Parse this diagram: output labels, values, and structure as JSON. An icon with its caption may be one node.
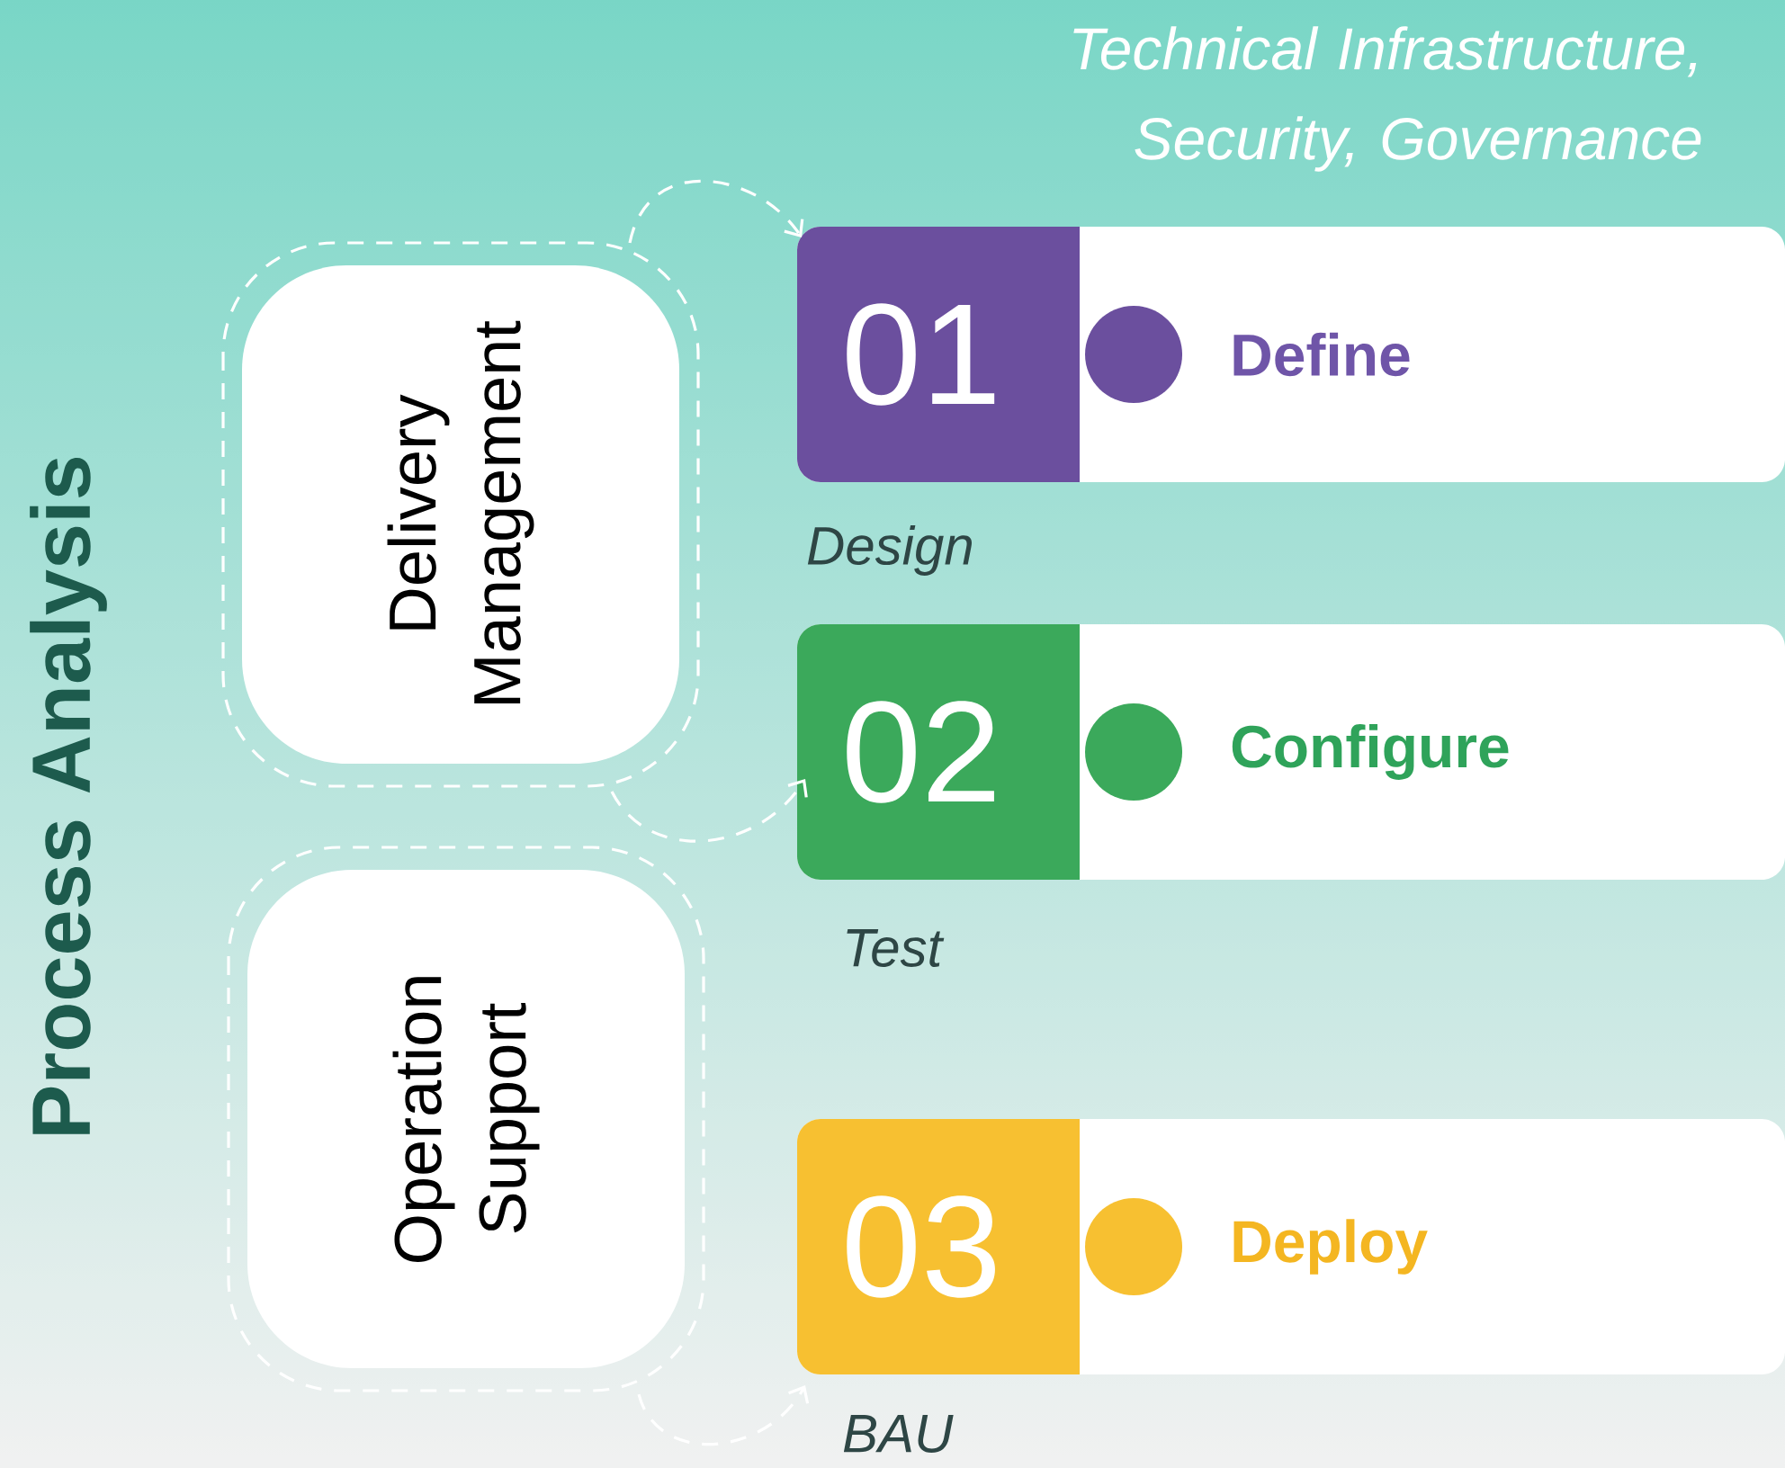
{
  "diagram": {
    "title": "Process Analysis",
    "nodes": [
      {
        "text": [
          "Delivery Management"
        ]
      },
      {
        "text": [
          "Operation Support"
        ]
      },
      {
        "text": [
          "01",
          "Define"
        ],
        "beside": [
          "Design"
        ]
      },
      {
        "text": [
          "02",
          "Configure"
        ],
        "beside": [
          "Test"
        ]
      },
      {
        "text": [
          "03",
          "Deploy"
        ],
        "beside": [
          "BAU"
        ]
      }
    ],
    "edges": [
      {
        "from": 0,
        "to": 2,
        "arrow": "to",
        "style": "dashed"
      },
      {
        "from": 0,
        "to": 3,
        "arrow": "to",
        "style": "dashed"
      },
      {
        "from": 1,
        "to": 4,
        "arrow": "to",
        "style": "dashed"
      }
    ],
    "labels": [
      "Technical Infrastructure, Security, Governance"
    ]
  }
}
